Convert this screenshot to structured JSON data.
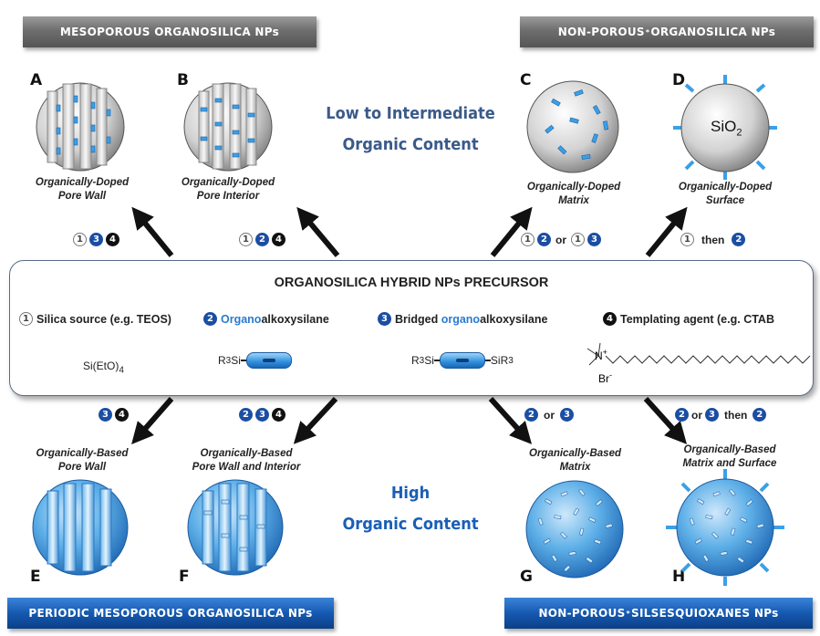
{
  "headers": {
    "top_left": "MESOPOROUS ORGANOSILICA NPs",
    "top_right_a": "NON-POROUS",
    "top_right_star": "*",
    "top_right_b": "ORGANOSILICA NPs",
    "bottom_left": "PERIODIC MESOPOROUS ORGANOSILICA NPs",
    "bottom_right_a": "NON-POROUS",
    "bottom_right_star": "*",
    "bottom_right_b": "SILSESQUIOXANES NPs"
  },
  "letters": [
    "A",
    "B",
    "C",
    "D",
    "E",
    "F",
    "G",
    "H"
  ],
  "captions": {
    "A": [
      "Organically-Doped",
      "Pore Wall"
    ],
    "B": [
      "Organically-Doped",
      "Pore Interior"
    ],
    "C": [
      "Organically-Doped",
      "Matrix"
    ],
    "D": [
      "Organically-Doped",
      "Surface"
    ],
    "E": [
      "Organically-Based",
      "Pore Wall"
    ],
    "F": [
      "Organically-Based",
      "Pore Wall and Interior"
    ],
    "G": [
      "Organically-Based",
      "Matrix"
    ],
    "H": [
      "Organically-Based",
      "Matrix and Surface"
    ]
  },
  "middle_top": [
    "Low to Intermediate",
    "Organic Content"
  ],
  "middle_bottom": [
    "High",
    "Organic Content"
  ],
  "sio2_label": "SiO",
  "sio2_sub": "2",
  "routes": {
    "A": [
      "1",
      "3",
      "4"
    ],
    "B": [
      "1",
      "2",
      "4"
    ],
    "C": {
      "a": [
        "1",
        "2"
      ],
      "or": "or",
      "b": [
        "1",
        "3"
      ]
    },
    "D": {
      "a": "1",
      "then": "then",
      "b": "2"
    },
    "E": [
      "3",
      "4"
    ],
    "F": [
      "2",
      "3",
      "4"
    ],
    "G": {
      "a": "2",
      "or": "or",
      "b": "3"
    },
    "H": {
      "a": "2",
      "or": "or",
      "b": "3",
      "then": "then",
      "c": "2"
    }
  },
  "panel": {
    "title": "ORGANOSILICA HYBRID NPs PRECURSOR",
    "legend": [
      {
        "num": "1",
        "pre": "Silica source (e.g. TEOS)",
        "hl": "",
        "post": ""
      },
      {
        "num": "2",
        "pre": "",
        "hl": "Organo",
        "post": "alkoxysilane"
      },
      {
        "num": "3",
        "pre": "Bridged ",
        "hl": "organo",
        "post": "alkoxysilane"
      },
      {
        "num": "4",
        "pre": "Templating agent (e.g. CTAB",
        "hl": "",
        "post": ""
      }
    ],
    "formula1_main": "Si(EtO)",
    "formula1_sub": "4",
    "formula2_main": "R",
    "formula2_sub": "3",
    "formula2_tail": "Si",
    "formula3_left_main": "R",
    "formula3_left_sub": "3",
    "formula3_left_tail": "Si",
    "formula3_right_main": "SiR",
    "formula3_right_sub": "3",
    "ctab_n": "N",
    "ctab_plus": "+",
    "ctab_br": "Br",
    "ctab_minus": "-"
  },
  "colors": {
    "gray_header": "#6e6e6e",
    "blue_header": "#1559b0",
    "organo_blue": "#2a7bd0",
    "badge_blue": "#1b4ea3"
  }
}
